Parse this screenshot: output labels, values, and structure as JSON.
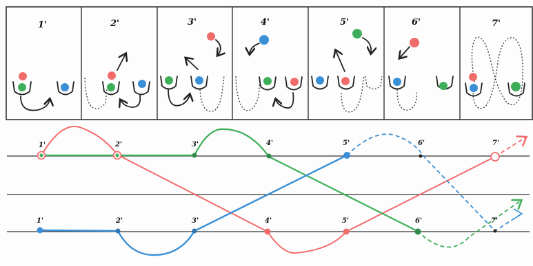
{
  "panels": {
    "labels": [
      "1'",
      "2'",
      "3'",
      "4'",
      "5'",
      "6'",
      "7'"
    ]
  },
  "timeline": {
    "top_labels": [
      "1'",
      "2'",
      "3'",
      "4'",
      "5'",
      "6'",
      "7'"
    ],
    "bottom_labels": [
      "1'",
      "2'",
      "3'",
      "4'",
      "5'",
      "6'",
      "7'"
    ]
  },
  "colors": {
    "red": "#f26b6b",
    "green": "#3fae5a",
    "blue": "#3a8fd6",
    "ink": "#222222"
  }
}
